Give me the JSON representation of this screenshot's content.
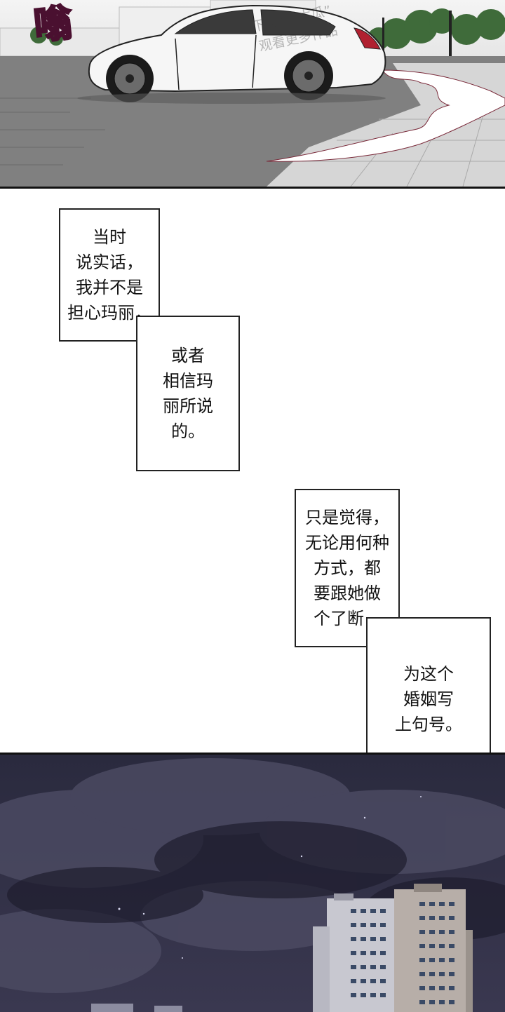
{
  "panel_top": {
    "sfx": "嗡",
    "watermark_lines": [
      "下载“番木瓜”",
      "观看更多作品"
    ]
  },
  "caption_group_1": {
    "box_a": [
      "当时",
      "说实话，",
      "我并不是",
      "担心玛丽，"
    ],
    "box_b": [
      "或者",
      "相信玛",
      "丽所说",
      "的。"
    ]
  },
  "caption_group_2": {
    "box_a": [
      "只是觉得，",
      "无论用何种",
      "方式，都",
      "要跟她做",
      "个了断，"
    ],
    "box_b": [
      "为这个",
      "婚姻写",
      "上句号。"
    ]
  },
  "colors": {
    "road": "#7f7f7f",
    "pavement": "#d8d8d8",
    "night_sky": "#2c2a40",
    "sfx": "#a8477a"
  }
}
